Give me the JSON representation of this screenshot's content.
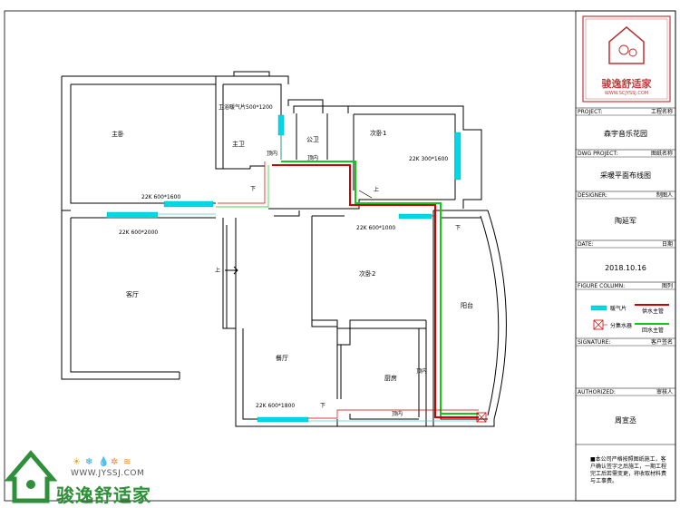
{
  "title_block": {
    "logo_text": "骏逸舒适家",
    "logo_url": "WWW.SCJYSSJ.COM",
    "project_label": "PROJECT:",
    "project_label_cn": "工程名称",
    "project_value": "森宇音乐花园",
    "dwg_label": "DWG PROJECT:",
    "dwg_label_cn": "图纸名称",
    "dwg_value": "采暖平面布线图",
    "designer_label": "DESIGNER:",
    "designer_label_cn": "制图人",
    "designer_value": "陶延军",
    "date_label": "DATE:",
    "date_label_cn": "日期",
    "date_value": "2018.10.16",
    "figure_label": "FIGURE COLUMN:",
    "figure_label_cn": "图列",
    "legend": {
      "radiator": "暖气片",
      "supply": "供水主管",
      "manifold": "分集水器",
      "return": "回水主管"
    },
    "signature_label": "SIGNATURE:",
    "signature_label_cn": "客户签名",
    "authorized_label": "AUTHORIZED:",
    "authorized_label_cn": "审核人",
    "authorized_value": "周宣丞",
    "note": "■本公司严格按照图纸施工，客户确认签字之后施工，一期工程完工后若需变更，将收取材料费与工事费。"
  },
  "rooms": {
    "master_bedroom": "主卧",
    "master_bath": "主卫",
    "public_bath": "公卫",
    "second_bedroom_1": "次卧1",
    "second_bedroom_2": "次卧2",
    "living_room": "客厅",
    "dining_room": "餐厅",
    "kitchen": "厨房",
    "balcony": "阳台"
  },
  "labels": {
    "bath_radiator": "卫浴暖气片500*1200",
    "r_bedroom1": "22K 300*1600",
    "r_master": "22K 600*1600",
    "r_living": "22K 600*2000",
    "r_bedroom2": "22K 600*1000",
    "r_dining": "22K 600*1800",
    "ceiling_1": "顶内",
    "ceiling_2": "顶内",
    "ceiling_3": "顶内",
    "ceiling_4": "顶内",
    "down_1": "下",
    "down_2": "下",
    "down_3": "下",
    "up_1": "上",
    "up_2": "上"
  },
  "footer_logo": {
    "url": "WWW.JYSSJ.COM",
    "brand": "骏逸舒适家"
  },
  "colors": {
    "radiator": "#00d8e8",
    "supply": "#d00000",
    "return": "#12c812",
    "wall": "#000000",
    "logo_green": "#2f8f3a",
    "logo_red": "#c0393b"
  }
}
